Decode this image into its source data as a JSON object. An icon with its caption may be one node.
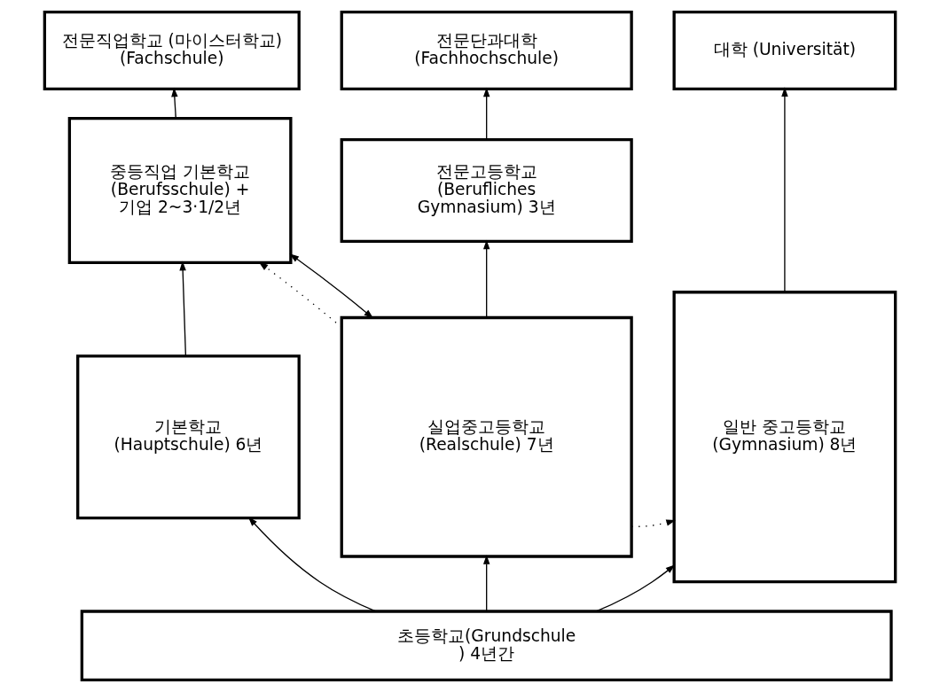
{
  "diagram": {
    "nodes": [
      {
        "text": [
          "전문직업학교 (마이스터학교) (Fachschule)"
        ]
      },
      {
        "text": [
          "전문단과대학 (Fachhochschule)"
        ]
      },
      {
        "text": [
          "대학 (Universität)"
        ]
      },
      {
        "text": [
          "중등직업 기본학교 (Berufsschule) + 기업 2~3·1/2년"
        ]
      },
      {
        "text": [
          "전문고등학교 (Berufliches Gymnasium) 3년"
        ]
      },
      {
        "text": [
          "일반 중고등학교 (Gymnasium) 8년"
        ]
      },
      {
        "text": [
          "기본학교 (Hauptschule) 6년"
        ]
      },
      {
        "text": [
          "실업중고등학교 (Realschule) 7년"
        ]
      },
      {
        "text": [
          "초등학교(Grundschule) 4년간"
        ]
      }
    ],
    "edges": [
      {
        "from": 3,
        "to": 0,
        "arrow": "to"
      },
      {
        "from": 4,
        "to": 1,
        "arrow": "to"
      },
      {
        "from": 5,
        "to": 2,
        "arrow": "to"
      },
      {
        "from": 6,
        "to": 3,
        "arrow": "to"
      },
      {
        "from": 7,
        "to": 4,
        "arrow": "to"
      },
      {
        "from": 3,
        "to": 7,
        "arrow": "both"
      },
      {
        "from": 7,
        "to": 3,
        "arrow": "to",
        "style": "dashed"
      },
      {
        "from": 7,
        "to": 5,
        "arrow": "to",
        "style": "dashed"
      },
      {
        "from": 8,
        "to": 6,
        "arrow": "to"
      },
      {
        "from": 8,
        "to": 7,
        "arrow": "to"
      },
      {
        "from": 8,
        "to": 5,
        "arrow": "to"
      }
    ]
  }
}
